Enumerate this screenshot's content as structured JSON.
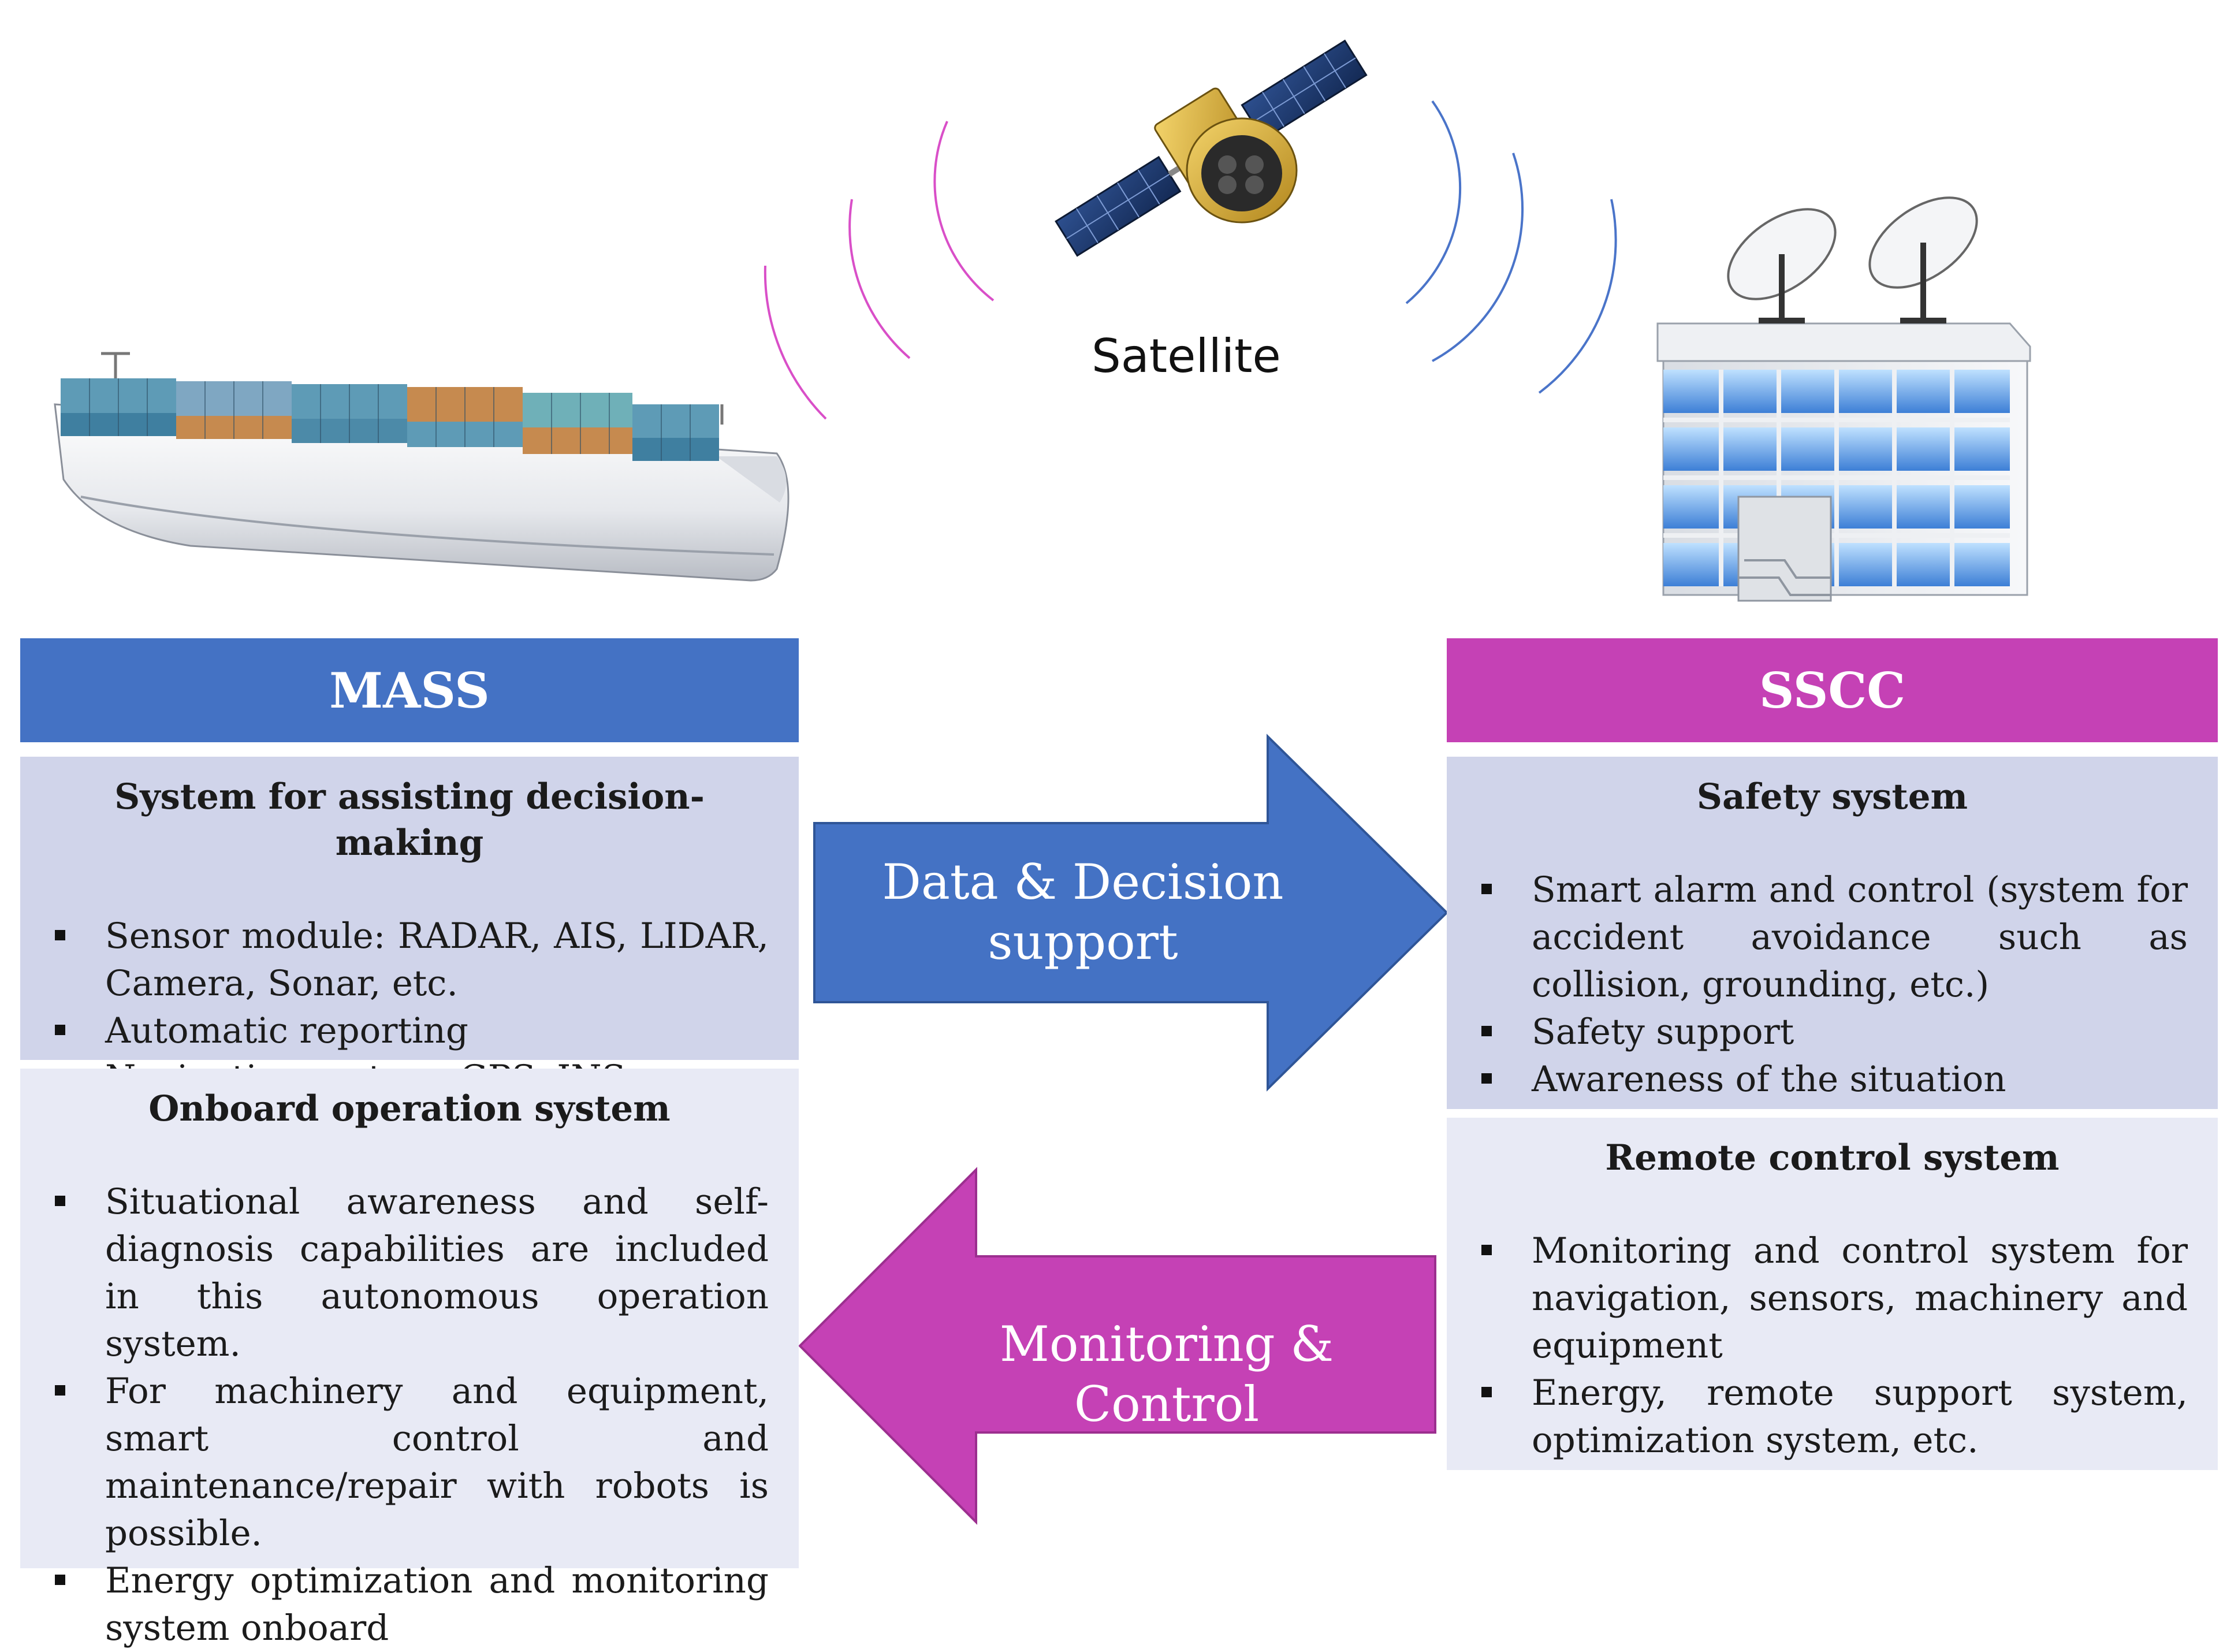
{
  "satellite": {
    "label": "Satellite"
  },
  "mass": {
    "title": "MASS",
    "decision_panel": {
      "title": "System for assisting decision-making",
      "items": [
        "Sensor module: RADAR, AIS, LIDAR, Camera, Sonar, etc.",
        "Automatic reporting",
        "Navigation system: GPS, INS"
      ]
    },
    "onboard_panel": {
      "title": "Onboard operation system",
      "items": [
        "Situational awareness and self-diagnosis capabilities are included in this autonomous operation system.",
        "For machinery and equipment, smart control and maintenance/repair with robots is possible.",
        "Energy optimization and monitoring system onboard"
      ]
    }
  },
  "sscc": {
    "title": "SSCC",
    "safety_panel": {
      "title": "Safety system",
      "items": [
        "Smart alarm and control (system for accident avoidance such as collision, grounding, etc.)",
        "Safety support",
        "Awareness of the situation"
      ]
    },
    "remote_panel": {
      "title": "Remote control system",
      "items": [
        "Monitoring and control system for navigation, sensors, machinery and equipment",
        "Energy, remote support system, optimization system, etc."
      ]
    }
  },
  "arrows": {
    "data_decision": {
      "line1": "Data & Decision",
      "line2": "support"
    },
    "monitoring": {
      "label": "Monitoring & Control"
    }
  },
  "colors": {
    "mass_blue": "#4472C4",
    "sscc_magenta": "#C541B5",
    "panel_dark": "#D0D4EA",
    "panel_light": "#E8EAF5",
    "signal_left": "#D94FC8",
    "signal_right": "#4A74C9"
  }
}
